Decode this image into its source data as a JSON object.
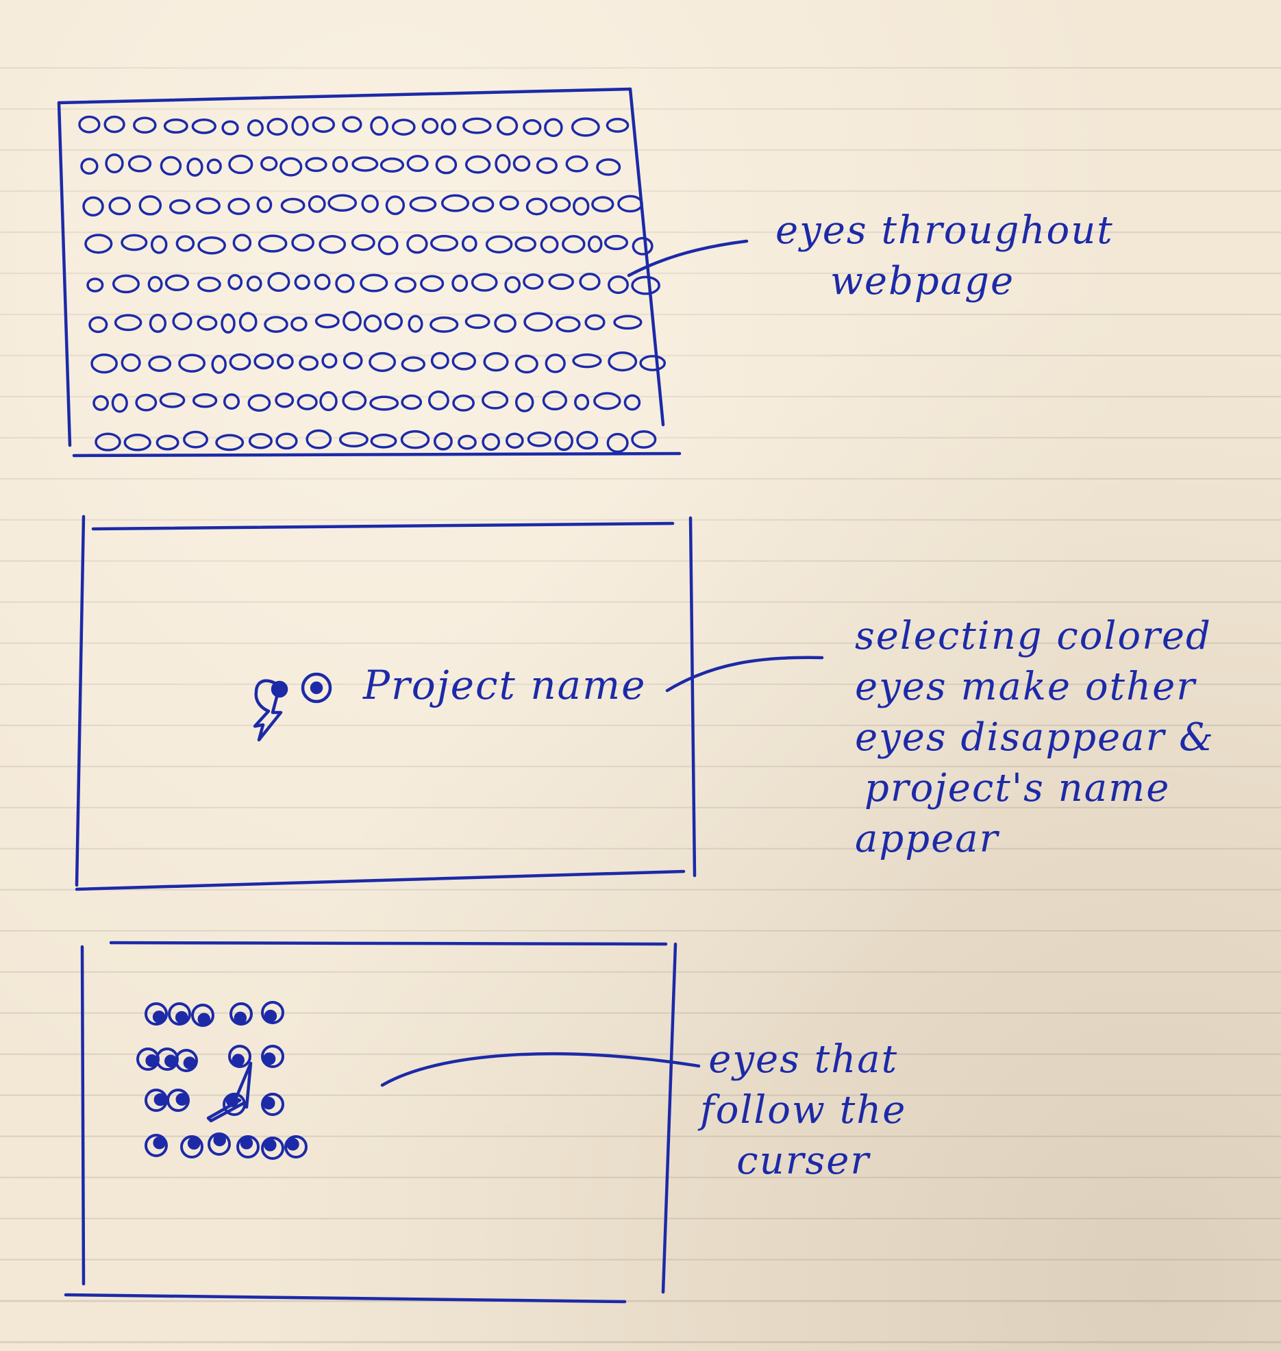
{
  "frames": [
    {
      "id": "eyes-grid",
      "annotation": [
        "eyes throughout",
        "webpage"
      ]
    },
    {
      "id": "project-selected",
      "label": "Project name",
      "annotation": [
        "selecting colored",
        "eyes make other",
        "eyes disappear &",
        "project's name",
        "appear"
      ]
    },
    {
      "id": "cursor-follow",
      "annotation": [
        "eyes that",
        "follow the",
        "curser"
      ]
    }
  ],
  "colors": {
    "ink": "#1c2aa8",
    "paper": "#f3e8d6",
    "rule_lines": "#b4aba0"
  },
  "icons": [
    "eye-icon",
    "hand-pointer-icon",
    "arrow-cursor-icon"
  ]
}
